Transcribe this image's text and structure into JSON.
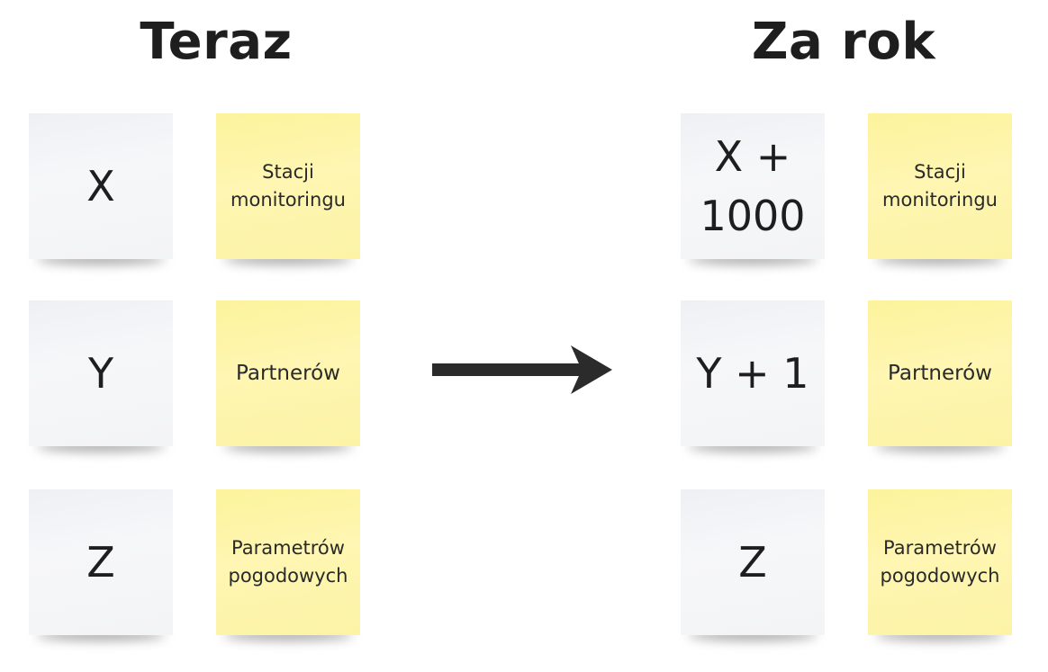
{
  "left": {
    "heading": "Teraz",
    "rows": [
      {
        "value": "X",
        "label": "Stacji\nmonitoringu"
      },
      {
        "value": "Y",
        "label": "Partnerów"
      },
      {
        "value": "Z",
        "label": "Parametrów\npogodowych"
      }
    ]
  },
  "right": {
    "heading": "Za rok",
    "rows": [
      {
        "value": "X +\n1000",
        "label": "Stacji\nmonitoringu"
      },
      {
        "value": "Y + 1",
        "label": "Partnerów"
      },
      {
        "value": "Z",
        "label": "Parametrów\npogodowych"
      }
    ]
  },
  "colors": {
    "value_note": "#f3f4f6",
    "label_note": "#fef6b2",
    "arrow": "#2b2b2b",
    "text": "#1e1e1e"
  }
}
